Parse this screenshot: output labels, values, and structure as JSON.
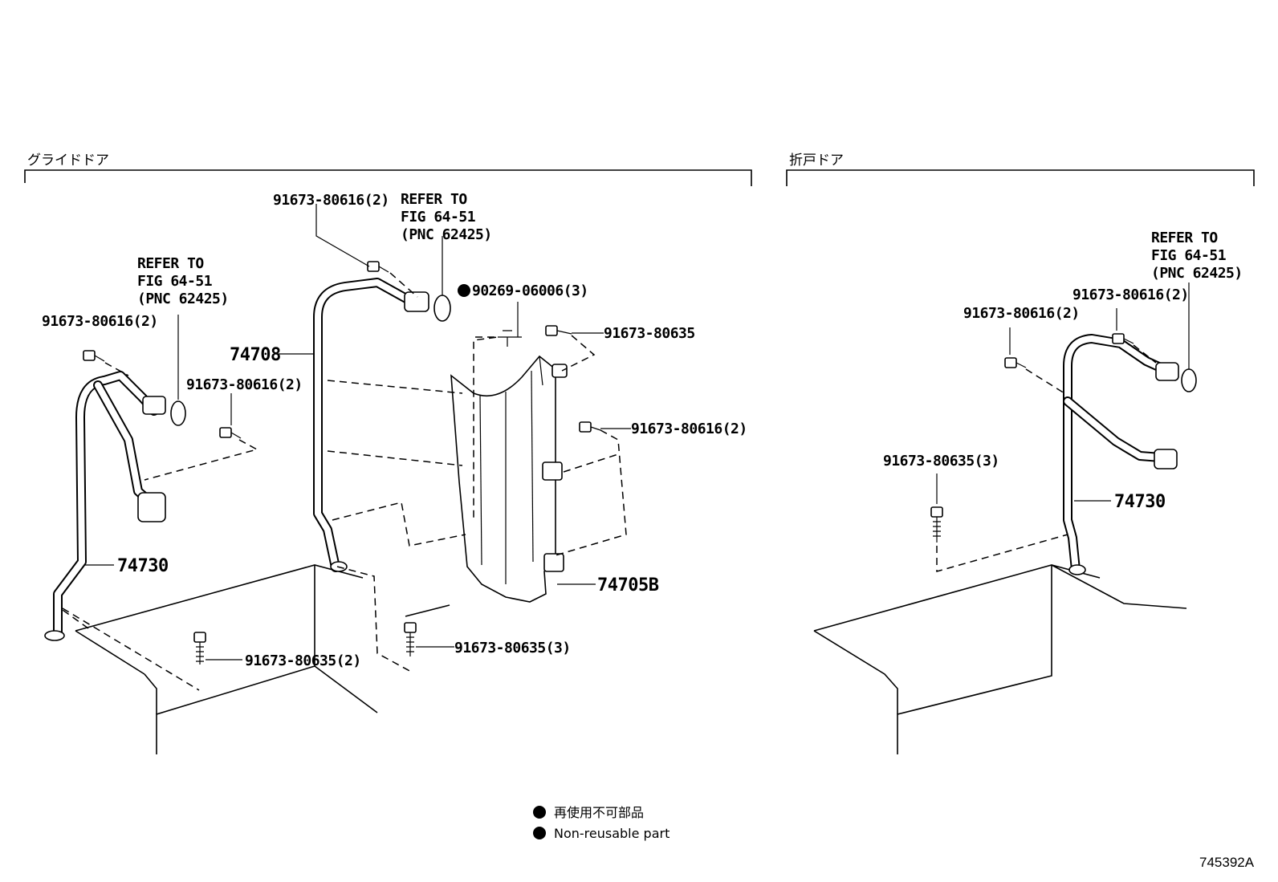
{
  "sections": {
    "left_title": "グライドドア",
    "right_title": "折戸ドア"
  },
  "callouts": {
    "left_refer": [
      "REFER TO",
      "FIG 64-51",
      "(PNC 62425)"
    ],
    "left_bolt_top": "91673-80616(2)",
    "left_bolt_mid": "91673-80616(2)",
    "left_tube": "74730",
    "center_bolt_top": "91673-80616(2)",
    "center_refer": [
      "REFER TO",
      "FIG 64-51",
      "(PNC 62425)"
    ],
    "center_clip": "90269-06006(3)",
    "center_screw": "91673-80635",
    "center_tube": "74708",
    "center_bolt_right": "91673-80616(2)",
    "center_panel": "74705B",
    "center_bolt_bottom": "91673-80635(3)",
    "left_bolt_bottom": "91673-80635(2)",
    "right_refer": [
      "REFER TO",
      "FIG 64-51",
      "(PNC 62425)"
    ],
    "right_bolt_top_right": "91673-80616(2)",
    "right_bolt_top_left": "91673-80616(2)",
    "right_bolt_bottom": "91673-80635(3)",
    "right_tube": "74730"
  },
  "legend": {
    "ja": "再使用不可部品",
    "en": "Non-reusable part",
    "marker": "filled-circle-icon"
  },
  "figure_id": "745392A"
}
